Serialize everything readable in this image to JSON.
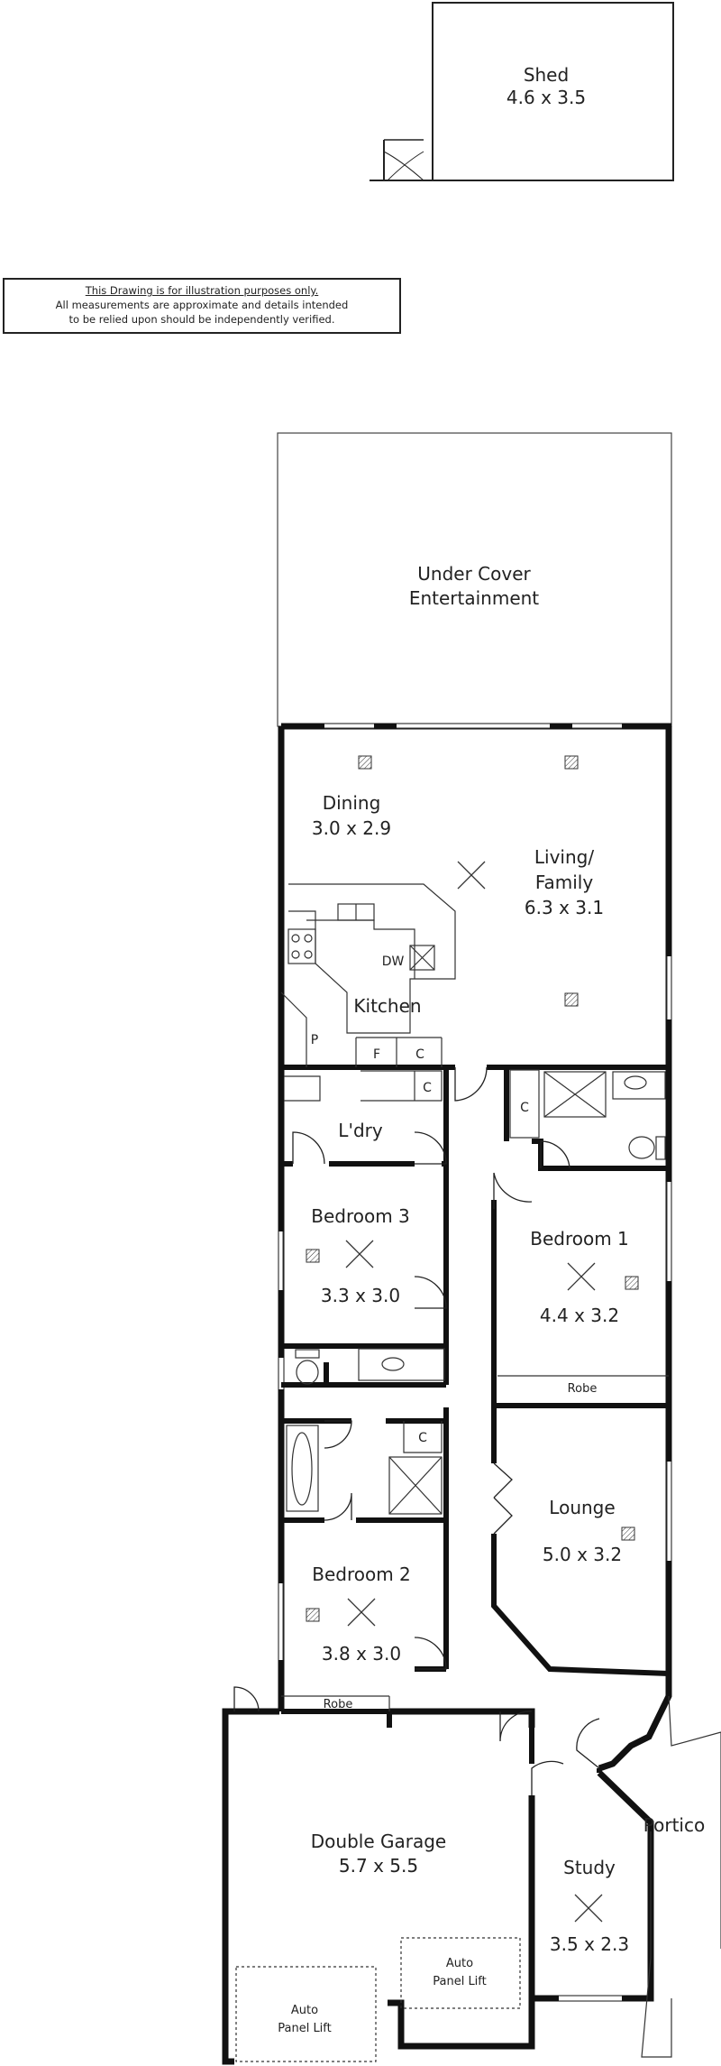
{
  "disclaimer": {
    "line1": "This Drawing is for illustration purposes only.",
    "line2": "All measurements are approximate and details intended",
    "line3": "to be relied upon should be independently verified."
  },
  "rooms": {
    "shed": {
      "name": "Shed",
      "size": "4.6 x 3.5"
    },
    "undercover": {
      "line1": "Under Cover",
      "line2": "Entertainment"
    },
    "dining": {
      "name": "Dining",
      "size": "3.0 x 2.9"
    },
    "living": {
      "line1": "Living/",
      "line2": "Family",
      "size": "6.3 x 3.1"
    },
    "kitchen": {
      "name": "Kitchen"
    },
    "laundry": {
      "name": "L'dry"
    },
    "bedroom3": {
      "name": "Bedroom 3",
      "size": "3.3 x 3.0"
    },
    "bedroom1": {
      "name": "Bedroom 1",
      "size": "4.4 x 3.2"
    },
    "lounge": {
      "name": "Lounge",
      "size": "5.0 x 3.2"
    },
    "bedroom2": {
      "name": "Bedroom 2",
      "size": "3.8 x 3.0"
    },
    "garage": {
      "name": "Double Garage",
      "size": "5.7 x 5.5"
    },
    "study": {
      "name": "Study",
      "size": "3.5 x 2.3"
    },
    "portico": {
      "name": "Portico"
    }
  },
  "fixtures": {
    "dw": "DW",
    "pantry": "P",
    "fridge": "F",
    "cupboard": "C",
    "robe": "Robe",
    "panel_lift_line1": "Auto",
    "panel_lift_line2": "Panel Lift"
  }
}
